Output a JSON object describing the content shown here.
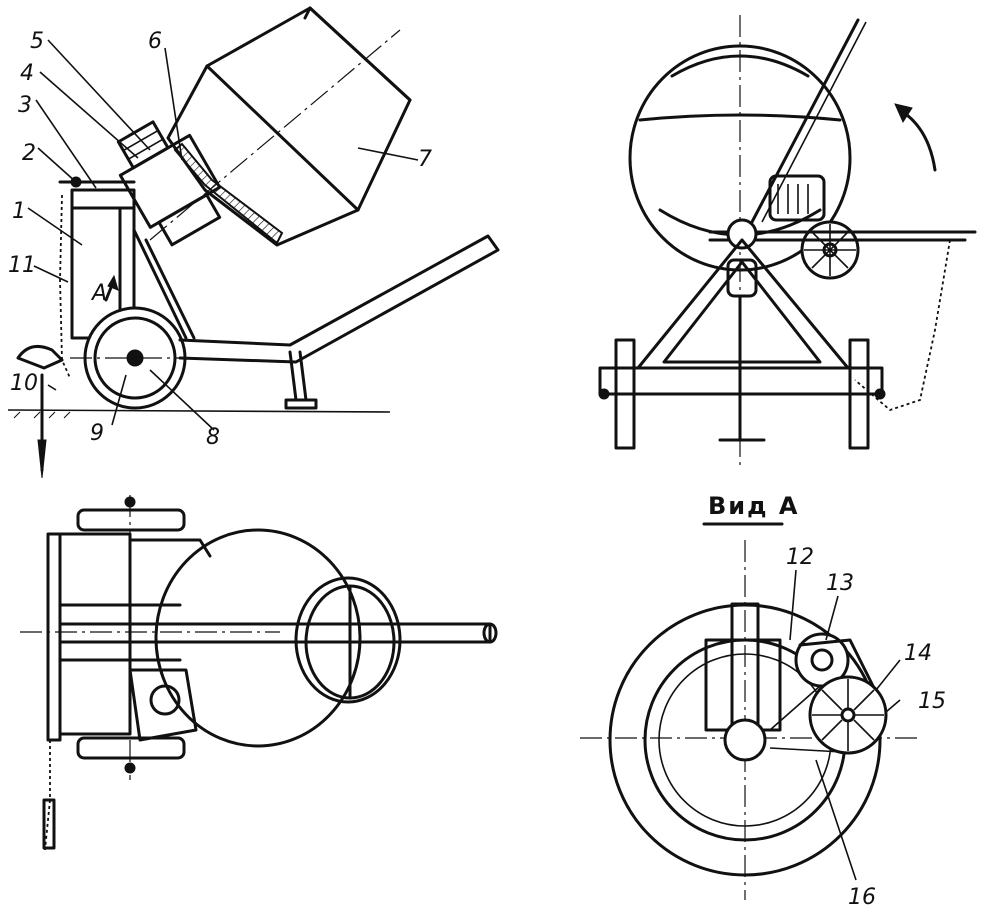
{
  "figure": {
    "side_view_labels": [
      "1",
      "2",
      "3",
      "4",
      "5",
      "6",
      "7",
      "8",
      "9",
      "10",
      "11",
      "A"
    ],
    "view_a_title": "Вид А",
    "view_a_labels": [
      "12",
      "13",
      "14",
      "15",
      "16"
    ]
  },
  "colors": {
    "ink": "#111111",
    "paper": "#ffffff"
  }
}
